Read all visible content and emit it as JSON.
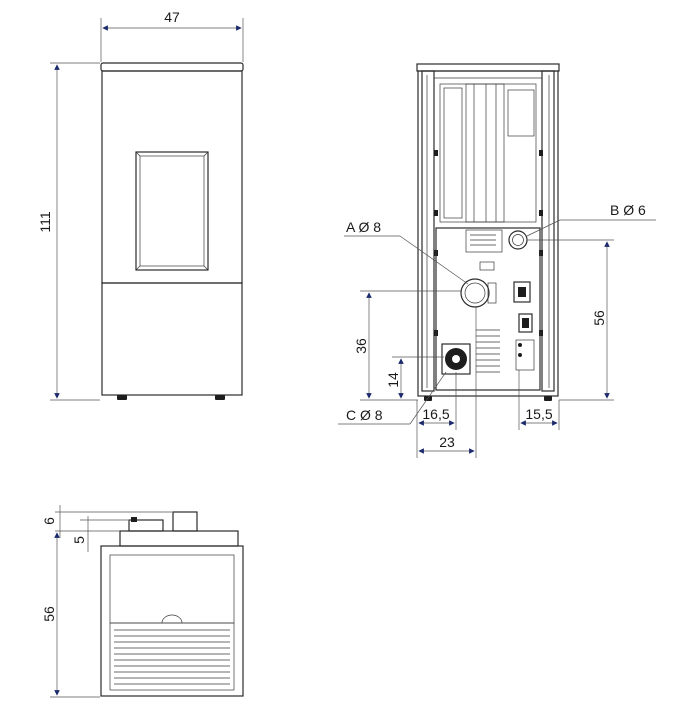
{
  "dimensions": {
    "front_width": "47",
    "front_height": "111",
    "rear_outlet_height_b": "56",
    "rear_outlet_height_a": "36",
    "rear_outlet_height_c": "14",
    "rear_offset_c": "16,5",
    "rear_offset_right": "15,5",
    "rear_offset_a": "23",
    "top_height_6": "6",
    "top_height_5": "5",
    "top_depth": "56"
  },
  "labels": {
    "outlet_a": "A Ø 8",
    "outlet_b": "B Ø 6",
    "outlet_c": "C Ø 8"
  }
}
